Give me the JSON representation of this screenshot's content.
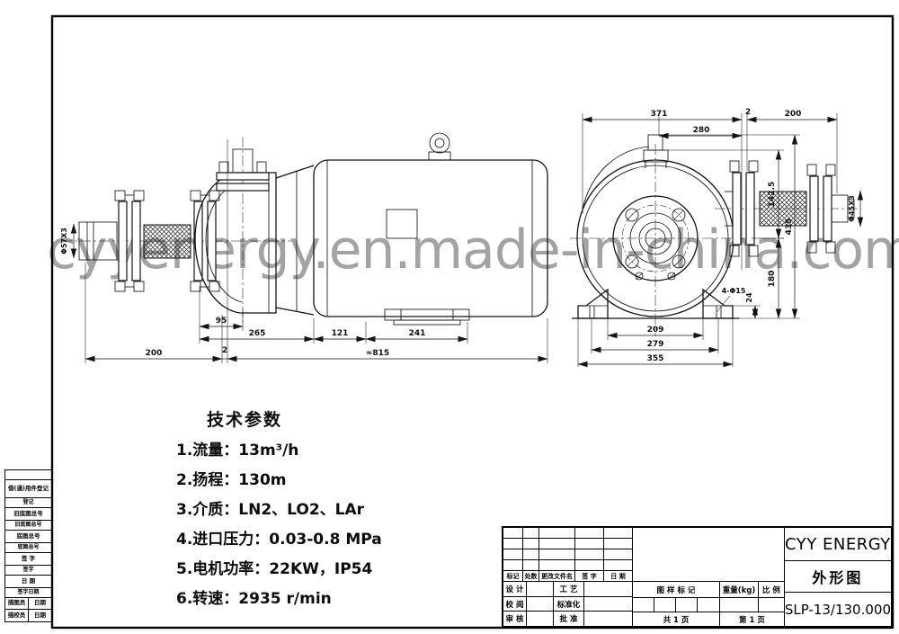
{
  "watermark_text": "cyyenergy.en.made-in-china.com",
  "tech_params": {
    "title": "技术参数",
    "items": [
      "1.流量：13m³/h",
      "2.扬程：130m",
      "3.介质：LN2、LO2、LAr",
      "4.进口压力：0.03-0.8 MPa",
      "5.电机功率：22KW，IP54",
      "6.转速：2935 r/min"
    ]
  },
  "side_dims": {
    "pipe": "Φ57X3",
    "w95": "95",
    "w265": "265",
    "w121": "121",
    "w241": "241",
    "w200": "200",
    "w2": "2",
    "w815": "≈815"
  },
  "front_dims": {
    "pipe": "Φ45X3",
    "w371": "371",
    "w2": "2",
    "w200": "200",
    "w280": "280",
    "h142": "142.5",
    "h435": "435",
    "h180": "180",
    "h24": "24",
    "holes": "4-Φ15",
    "w209": "209",
    "w279": "279",
    "w355": "355"
  },
  "strip": {
    "rows": [
      "借(通)用件登记",
      "登记",
      "旧底图总号",
      "旧底图总号",
      "底图总号",
      "底图总号",
      "签  字",
      "签字",
      "日  期",
      "签字日期"
    ],
    "bottom": [
      [
        "描图员",
        "日期"
      ],
      [
        "描校员",
        "日期"
      ]
    ]
  },
  "title_block": {
    "company": "CYY ENERGY",
    "doc_title": "外形图",
    "doc_no": "SLP-13/130.000",
    "change_cols": [
      "标记",
      "处数",
      "更改文件名",
      "签 字",
      "日 期"
    ],
    "rows": [
      {
        "l": "设 计",
        "r": "工 艺"
      },
      {
        "l": "校 阅",
        "r": "标准化"
      },
      {
        "l": "审 核",
        "r": "批 准"
      }
    ],
    "stamp": {
      "mark": "图 样 标 记",
      "weight": "重量(kg)",
      "scale": "比 例",
      "pages": "共 1 页",
      "page": "第 1 页"
    }
  }
}
